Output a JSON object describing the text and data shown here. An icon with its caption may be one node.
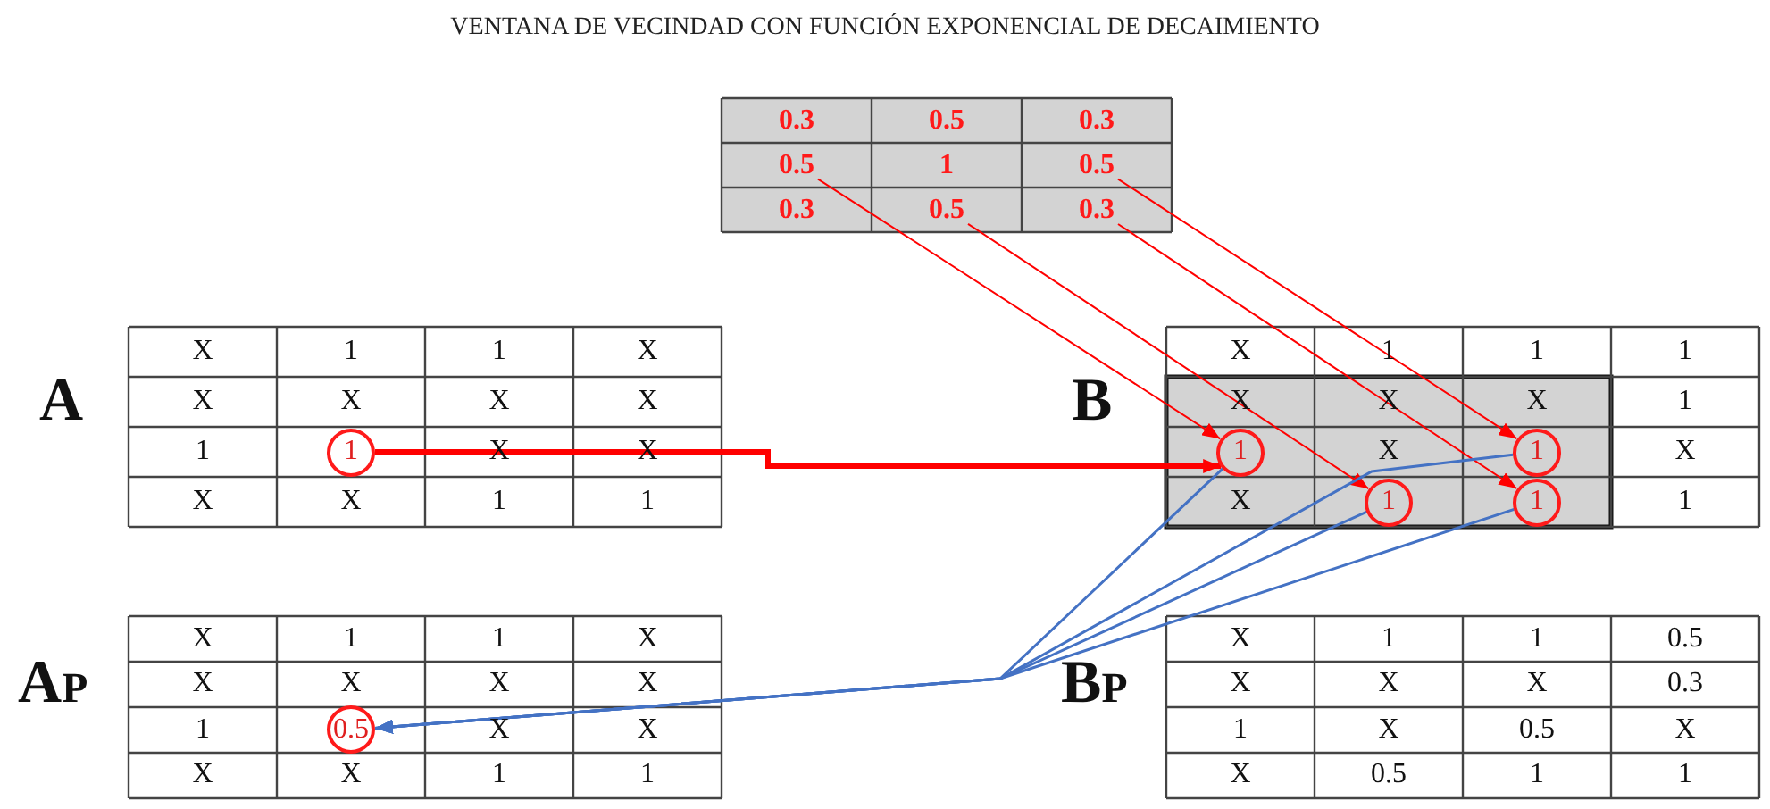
{
  "diagram": {
    "title": "VENTANA DE VECINDAD CON FUNCIÓN EXPONENCIAL DE DECAIMIENTO",
    "nodes": [
      {
        "text": [
          "0.5"
        ]
      },
      {
        "text": [
          "0.5"
        ]
      },
      {
        "text": [
          "0.5"
        ]
      },
      {
        "text": [
          "0.3"
        ]
      },
      {
        "text": [
          "1"
        ]
      },
      {
        "text": [
          "1"
        ]
      },
      {
        "text": [
          "1"
        ]
      },
      {
        "text": [
          "1"
        ]
      },
      {
        "text": [
          "1"
        ]
      },
      {
        "text": [
          "0.5"
        ]
      }
    ],
    "edges": [
      {
        "from": 0,
        "to": 5,
        "arrow": "to",
        "color": "#ff0000"
      },
      {
        "from": 2,
        "to": 7,
        "arrow": "to",
        "color": "#ff0000"
      },
      {
        "from": 1,
        "to": 6,
        "arrow": "to",
        "color": "#ff0000"
      },
      {
        "from": 3,
        "to": 8,
        "arrow": "to",
        "color": "#ff0000"
      },
      {
        "from": 4,
        "to": 5,
        "arrow": "to",
        "style": "thick",
        "color": "#ff0000"
      },
      {
        "from": 5,
        "to": 9,
        "arrow": "to",
        "color": "#4472c4"
      },
      {
        "from": 6,
        "to": 9,
        "arrow": "to",
        "color": "#4472c4"
      },
      {
        "from": 7,
        "to": 9,
        "arrow": "to",
        "color": "#4472c4"
      },
      {
        "from": 8,
        "to": 9,
        "arrow": "to",
        "color": "#4472c4"
      }
    ],
    "labels": [
      "0.3",
      "0.5",
      "0.3",
      "1",
      "0.3",
      "A",
      "X",
      "1",
      "1",
      "X",
      "X",
      "X",
      "X",
      "X",
      "1",
      "X",
      "X",
      "X",
      "X",
      "1",
      "1",
      "B",
      "X",
      "1",
      "1",
      "1",
      "X",
      "X",
      "X",
      "1",
      "X",
      "X",
      "X",
      "1",
      "A$_{P}$",
      "X",
      "1",
      "1",
      "X",
      "X",
      "X",
      "X",
      "X",
      "1",
      "X",
      "X",
      "X",
      "X",
      "1",
      "1",
      "B$_{P}$",
      "X",
      "1",
      "1",
      "0.5",
      "X",
      "X",
      "X",
      "0.3",
      "1",
      "X",
      "0.5",
      "X",
      "X",
      "0.5",
      "1",
      "1"
    ]
  }
}
